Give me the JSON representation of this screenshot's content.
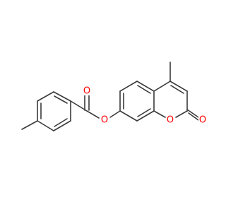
{
  "molecule": {
    "name": "",
    "atoms": [
      {
        "id": "O1",
        "symbol": "O",
        "color": "#ff0000"
      },
      {
        "id": "O2",
        "symbol": "O",
        "color": "#ff0000"
      },
      {
        "id": "O3",
        "symbol": "O",
        "color": "#ff0000"
      },
      {
        "id": "O4",
        "symbol": "O",
        "color": "#ff0000"
      }
    ]
  },
  "colors": {
    "bond": "#3a3a3a",
    "oxygen": "#ff0000",
    "background": "#ffffff"
  }
}
